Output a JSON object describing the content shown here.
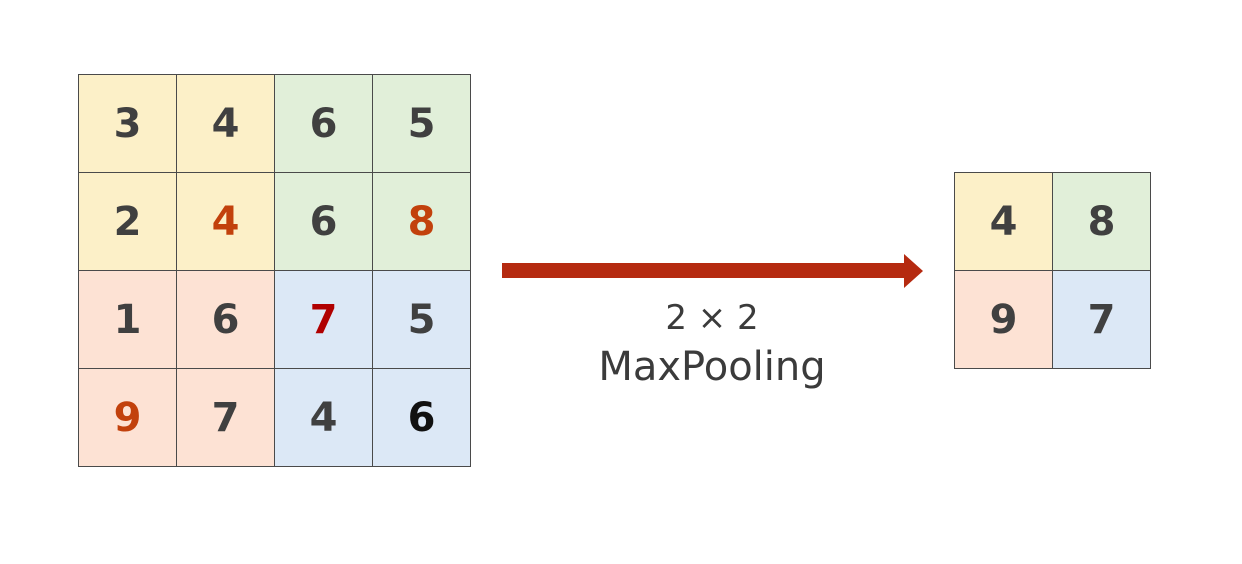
{
  "colors": {
    "yellow": "#fcf0c8",
    "green": "#e1efd9",
    "pink": "#fde2d4",
    "blue": "#dce8f6",
    "text_default": "#404040",
    "text_black": "#111111",
    "text_max_orange": "#c2410c",
    "text_max_red": "#b00000",
    "arrow": "#b52a10"
  },
  "input_matrix": {
    "cells": [
      {
        "value": "3",
        "bg": "yellow",
        "fg": "text_default"
      },
      {
        "value": "4",
        "bg": "yellow",
        "fg": "text_default"
      },
      {
        "value": "6",
        "bg": "green",
        "fg": "text_default"
      },
      {
        "value": "5",
        "bg": "green",
        "fg": "text_default"
      },
      {
        "value": "2",
        "bg": "yellow",
        "fg": "text_default"
      },
      {
        "value": "4",
        "bg": "yellow",
        "fg": "text_max_orange"
      },
      {
        "value": "6",
        "bg": "green",
        "fg": "text_default"
      },
      {
        "value": "8",
        "bg": "green",
        "fg": "text_max_orange"
      },
      {
        "value": "1",
        "bg": "pink",
        "fg": "text_default"
      },
      {
        "value": "6",
        "bg": "pink",
        "fg": "text_default"
      },
      {
        "value": "7",
        "bg": "blue",
        "fg": "text_max_red"
      },
      {
        "value": "5",
        "bg": "blue",
        "fg": "text_default"
      },
      {
        "value": "9",
        "bg": "pink",
        "fg": "text_max_orange"
      },
      {
        "value": "7",
        "bg": "pink",
        "fg": "text_default"
      },
      {
        "value": "4",
        "bg": "blue",
        "fg": "text_default"
      },
      {
        "value": "6",
        "bg": "blue",
        "fg": "text_black"
      }
    ]
  },
  "operation": {
    "size_label": "2 × 2",
    "name_label": "MaxPooling"
  },
  "output_matrix": {
    "cells": [
      {
        "value": "4",
        "bg": "yellow",
        "fg": "text_default"
      },
      {
        "value": "8",
        "bg": "green",
        "fg": "text_default"
      },
      {
        "value": "9",
        "bg": "pink",
        "fg": "text_default"
      },
      {
        "value": "7",
        "bg": "blue",
        "fg": "text_default"
      }
    ]
  }
}
